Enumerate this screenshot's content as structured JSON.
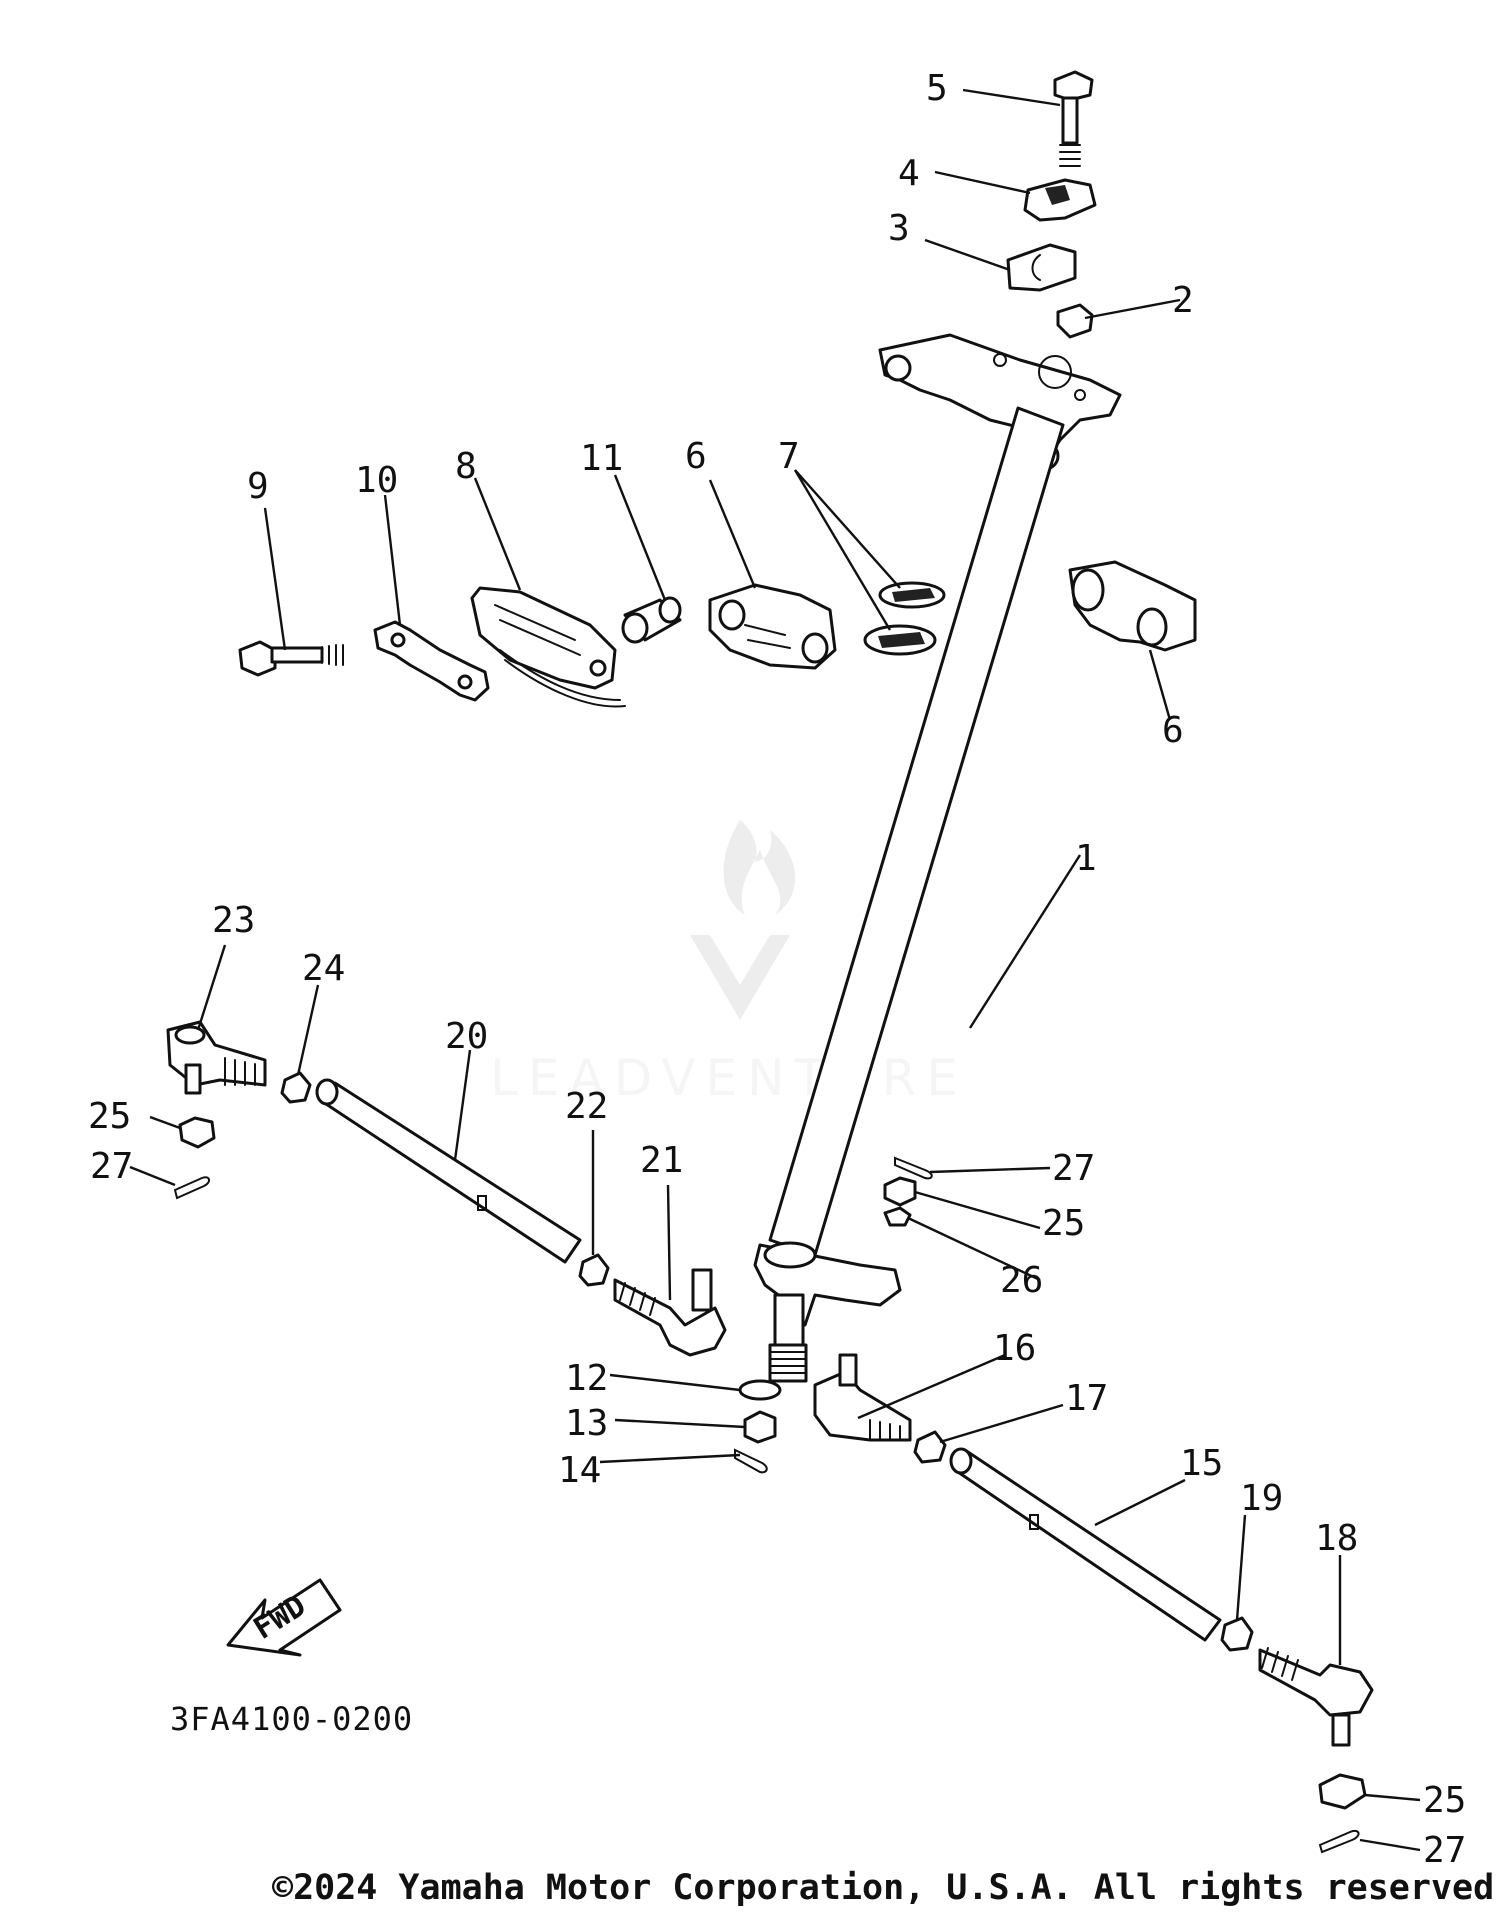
{
  "diagram": {
    "code": "3FA4100-0200",
    "fwd_label": "FWD",
    "watermark": "LEADVENTURE",
    "copyright": "©2024 Yamaha Motor Corporation, U.S.A. All rights reserved.",
    "callouts": [
      "1",
      "2",
      "3",
      "4",
      "5",
      "6",
      "6",
      "7",
      "8",
      "9",
      "10",
      "11",
      "12",
      "13",
      "14",
      "15",
      "16",
      "17",
      "18",
      "19",
      "20",
      "21",
      "22",
      "23",
      "24",
      "25",
      "25",
      "25",
      "26",
      "27",
      "27",
      "27"
    ]
  }
}
